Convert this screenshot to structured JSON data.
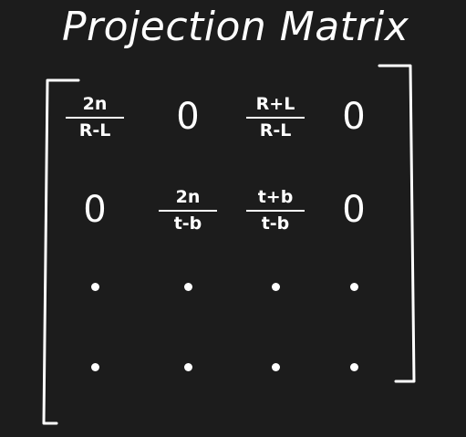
{
  "title": "Projection Matrix",
  "matrix": {
    "rows": [
      [
        {
          "type": "frac",
          "num": "2n",
          "den": "R-L"
        },
        {
          "type": "zero",
          "text": "0"
        },
        {
          "type": "frac",
          "num": "R+L",
          "den": "R-L"
        },
        {
          "type": "zero",
          "text": "0"
        }
      ],
      [
        {
          "type": "zero",
          "text": "0"
        },
        {
          "type": "frac",
          "num": "2n",
          "den": "t-b"
        },
        {
          "type": "frac",
          "num": "t+b",
          "den": "t-b"
        },
        {
          "type": "zero",
          "text": "0"
        }
      ],
      [
        {
          "type": "dot"
        },
        {
          "type": "dot"
        },
        {
          "type": "dot"
        },
        {
          "type": "dot"
        }
      ],
      [
        {
          "type": "dot"
        },
        {
          "type": "dot"
        },
        {
          "type": "dot"
        },
        {
          "type": "dot"
        }
      ]
    ]
  }
}
